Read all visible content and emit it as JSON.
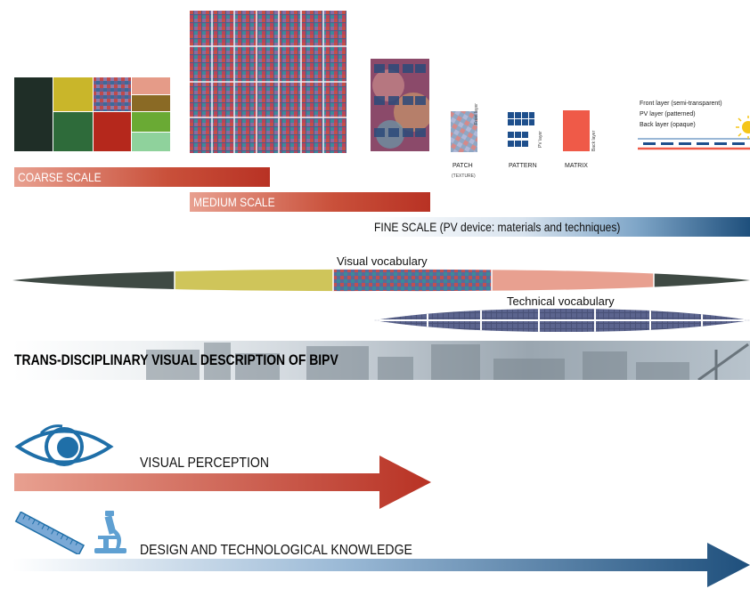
{
  "scales": {
    "coarse": "COARSE SCALE",
    "medium": "MEDIUM SCALE",
    "fine": "FINE SCALE (PV device: materials and techniques)"
  },
  "fine_examples": {
    "patch": "PATCH",
    "patch_sub": "(TEXTURE)",
    "pattern": "PATTERN",
    "matrix": "MATRIX",
    "front_layer_rot": "Front layer",
    "pv_layer_rot": "PV layer",
    "back_layer_rot": "Back layer"
  },
  "layers_legend": [
    "Front layer (semi-transparent)",
    "PV layer (patterned)",
    "Back layer (opaque)"
  ],
  "vocab": {
    "visual": "Visual vocabulary",
    "technical": "Technical vocabulary"
  },
  "banner": "TRANS-DISCIPLINARY VISUAL DESCRIPTION OF BIPV",
  "arrows": {
    "perception": "VISUAL PERCEPTION",
    "knowledge": "DESIGN AND TECHNOLOGICAL KNOWLEDGE"
  },
  "colors": {
    "red": "#b83224",
    "salmon": "#e8a090",
    "blue": "#1e4f7c",
    "yellow": "#cfc55a",
    "dark": "#3f4a44"
  }
}
